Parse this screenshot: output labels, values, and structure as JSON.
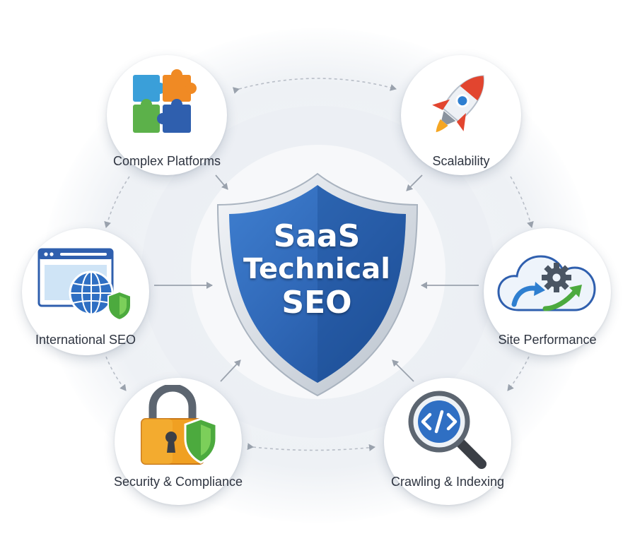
{
  "center": {
    "line1": "SaaS",
    "line2": "Technical",
    "line3": "SEO"
  },
  "nodes": {
    "complex_platforms": {
      "label": "Complex Platforms",
      "icon": "puzzle-icon"
    },
    "scalability": {
      "label": "Scalability",
      "icon": "rocket-icon"
    },
    "international_seo": {
      "label": "International SEO",
      "icon": "globe-browser-icon"
    },
    "site_performance": {
      "label": "Site Performance",
      "icon": "cloud-gear-icon"
    },
    "security_compliance": {
      "label": "Security & Compliance",
      "icon": "padlock-shield-icon"
    },
    "crawling_indexing": {
      "label": "Crawling & Indexing",
      "icon": "code-magnifier-icon"
    }
  },
  "colors": {
    "shield_blue": "#2f67b6",
    "shield_dark": "#1d4e96",
    "arrow_gray": "#9aa2ad",
    "label_text": "#2e3440"
  }
}
